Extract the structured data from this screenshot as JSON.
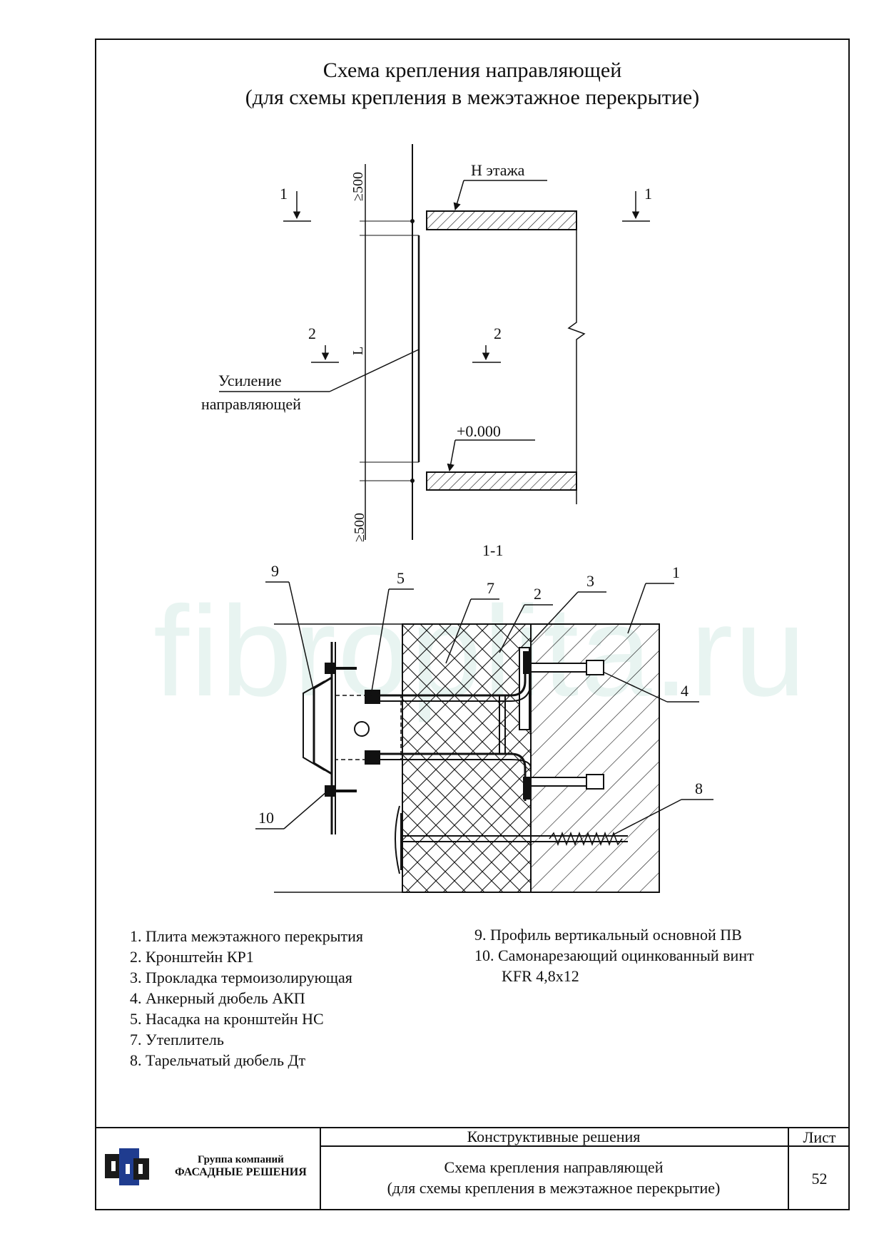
{
  "title": {
    "line1": "Схема крепления направляющей",
    "line2": "(для схемы крепления в межэтажное перекрытие)"
  },
  "elevation": {
    "floor_height_label": "Н этажа",
    "zero_mark": "+0.000",
    "dim_top": "≥500",
    "dim_bottom": "≥500",
    "dim_length": "L",
    "reinforcement_label_line1": "Усиление",
    "reinforcement_label_line2": "направляющей",
    "cut_1_left": "1",
    "cut_1_right": "1",
    "cut_2_left": "2",
    "cut_2_right": "2"
  },
  "section": {
    "title": "1-1",
    "callouts": [
      "9",
      "5",
      "7",
      "2",
      "3",
      "1",
      "4",
      "8",
      "10"
    ]
  },
  "watermark": "fibroplita.ru",
  "legend": {
    "left": [
      "1. Плита межэтажного перекрытия",
      "2.  Кронштейн  КР1",
      "3.  Прокладка термоизолирующая",
      "4.  Анкерный дюбель АКП",
      "5. Насадка на кронштейн НС",
      "7. Утеплитель",
      "8. Тарельчатый дюбель Дт"
    ],
    "right": [
      "9. Профиль вертикальный основной ПВ",
      "10. Самонарезающий оцинкованный винт"
    ],
    "right_cont": "KFR 4,8х12"
  },
  "stamp": {
    "company_line1": "Группа компаний",
    "company_line2": "ФАСАДНЫЕ РЕШЕНИЯ",
    "section_name": "Конструктивные решения",
    "sheet_title_line1": "Схема крепления направляющей",
    "sheet_title_line2": "(для схемы крепления в межэтажное перекрытие)",
    "sheet_label": "Лист",
    "sheet_number": "52"
  },
  "colors": {
    "ink": "#111111",
    "watermark": "#e8f4f1",
    "logo_blue": "#1f3c8f",
    "logo_dark": "#1a1a1a"
  }
}
